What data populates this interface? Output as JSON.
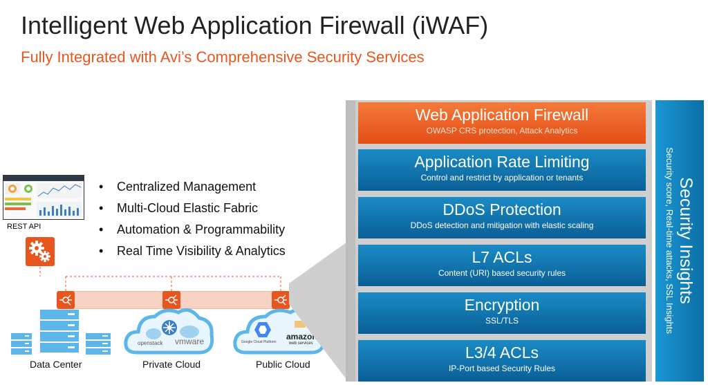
{
  "header": {
    "title": "Intelligent Web Application Firewall (iWAF)",
    "subtitle": "Fully Integrated with Avi’s Comprehensive Security Services"
  },
  "management": {
    "rest_api_label": "REST API",
    "bullets": [
      "Centralized Management",
      "Multi-Cloud Elastic Fabric",
      "Automation & Programmability",
      "Real Time Visibility & Analytics"
    ]
  },
  "deployments": {
    "data_center": "Data Center",
    "private_cloud": "Private Cloud",
    "private_cloud_logos": [
      "openstack",
      "vmware"
    ],
    "public_cloud": "Public Cloud",
    "public_cloud_logos": [
      "Google Cloud Platform",
      "amazon",
      "web services"
    ]
  },
  "layers": [
    {
      "title": "Web Application Firewall",
      "desc": "OWASP CRS protection, Attack Analytics"
    },
    {
      "title": "Application Rate Limiting",
      "desc": "Control and restrict by application or tenants"
    },
    {
      "title": "DDoS Protection",
      "desc": "DDoS detection and mitigation with elastic scaling"
    },
    {
      "title": "L7 ACLs",
      "desc": "Content (URI) based security rules"
    },
    {
      "title": "Encryption",
      "desc": "SSL/TLS"
    },
    {
      "title": "L3/4 ACLs",
      "desc": "IP-Port based Security Rules"
    }
  ],
  "insights": {
    "title": "Security Insights",
    "desc": "Security score, Real-time attacks, SSL Insights"
  },
  "colors": {
    "accent_orange": "#e8561e",
    "layer_blue": "#0a5f96",
    "insights_blue": "#1b97d4"
  }
}
